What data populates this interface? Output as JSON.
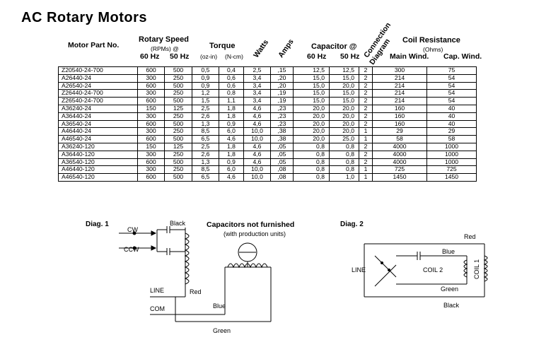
{
  "title": "AC Rotary Motors",
  "headers": {
    "part_no": "Motor Part No.",
    "rotary_speed": "Rotary Speed",
    "rpms": "(RPMs) @",
    "hz60": "60 Hz",
    "hz50": "50 Hz",
    "torque": "Torque",
    "oz_in": "(oz-in)",
    "n_cm": "(N-cm)",
    "watts": "Watts",
    "amps": "Amps",
    "capacitor": "Capacitor @",
    "cap60": "60 Hz",
    "cap50": "50 Hz",
    "connection": "Connection",
    "diagram": "Diagram",
    "coil_resistance": "Coil Resistance",
    "ohms": "(Ohms)",
    "main_wind": "Main Wind.",
    "cap_wind": "Cap. Wind."
  },
  "rows": [
    [
      "Z20540-24-700",
      "600",
      "500",
      "0,5",
      "0,4",
      "2,5",
      ",15",
      "12,5",
      "12,5",
      "2",
      "300",
      "75"
    ],
    [
      "A26440-24",
      "300",
      "250",
      "0,9",
      "0,6",
      "3,4",
      ",20",
      "15,0",
      "15,0",
      "2",
      "214",
      "54"
    ],
    [
      "A26540-24",
      "600",
      "500",
      "0,9",
      "0,6",
      "3,4",
      ",20",
      "15,0",
      "20,0",
      "2",
      "214",
      "54"
    ],
    [
      "Z26440-24-700",
      "300",
      "250",
      "1,2",
      "0,8",
      "3,4",
      ",19",
      "15,0",
      "15,0",
      "2",
      "214",
      "54"
    ],
    [
      "Z26540-24-700",
      "600",
      "500",
      "1,5",
      "1,1",
      "3,4",
      ",19",
      "15,0",
      "15,0",
      "2",
      "214",
      "54"
    ],
    [
      "A36240-24",
      "150",
      "125",
      "2,5",
      "1,8",
      "4,6",
      ",23",
      "20,0",
      "20,0",
      "2",
      "160",
      "40"
    ],
    [
      "A36440-24",
      "300",
      "250",
      "2,6",
      "1,8",
      "4,6",
      ",23",
      "20,0",
      "20,0",
      "2",
      "160",
      "40"
    ],
    [
      "A36540-24",
      "600",
      "500",
      "1,3",
      "0,9",
      "4,6",
      ",23",
      "20,0",
      "20,0",
      "2",
      "160",
      "40"
    ],
    [
      "A46440-24",
      "300",
      "250",
      "8,5",
      "6,0",
      "10,0",
      ",38",
      "20,0",
      "20,0",
      "1",
      "29",
      "29"
    ],
    [
      "A46540-24",
      "600",
      "500",
      "6,5",
      "4,6",
      "10,0",
      ",38",
      "20,0",
      "25,0",
      "1",
      "58",
      "58"
    ],
    [
      "A36240-120",
      "150",
      "125",
      "2,5",
      "1,8",
      "4,6",
      ",05",
      "0,8",
      "0,8",
      "2",
      "4000",
      "1000"
    ],
    [
      "A36440-120",
      "300",
      "250",
      "2,6",
      "1,8",
      "4,6",
      ",05",
      "0,8",
      "0,8",
      "2",
      "4000",
      "1000"
    ],
    [
      "A36540-120",
      "600",
      "500",
      "1,3",
      "0,9",
      "4,6",
      ",05",
      "0,8",
      "0,8",
      "2",
      "4000",
      "1000"
    ],
    [
      "A46440-120",
      "300",
      "250",
      "8,5",
      "6,0",
      "10,0",
      ",08",
      "0,8",
      "0,8",
      "1",
      "725",
      "725"
    ],
    [
      "A46540-120",
      "600",
      "500",
      "6,5",
      "4,6",
      "10,0",
      ",08",
      "0,8",
      "1,0",
      "1",
      "1450",
      "1450"
    ]
  ],
  "diag1": {
    "label": "Diag. 1",
    "caps_note": "Capacitors not furnished",
    "caps_sub": "(with production units)",
    "cw": "CW",
    "ccw": "CCW",
    "black": "Black",
    "red": "Red",
    "line": "LINE",
    "com": "COM",
    "blue": "Blue",
    "green": "Green"
  },
  "diag2": {
    "label": "Diag. 2",
    "red": "Red",
    "blue": "Blue",
    "line": "LINE",
    "coil2": "COIL 2",
    "coil1": "COIL 1",
    "green": "Green",
    "black": "Black"
  }
}
